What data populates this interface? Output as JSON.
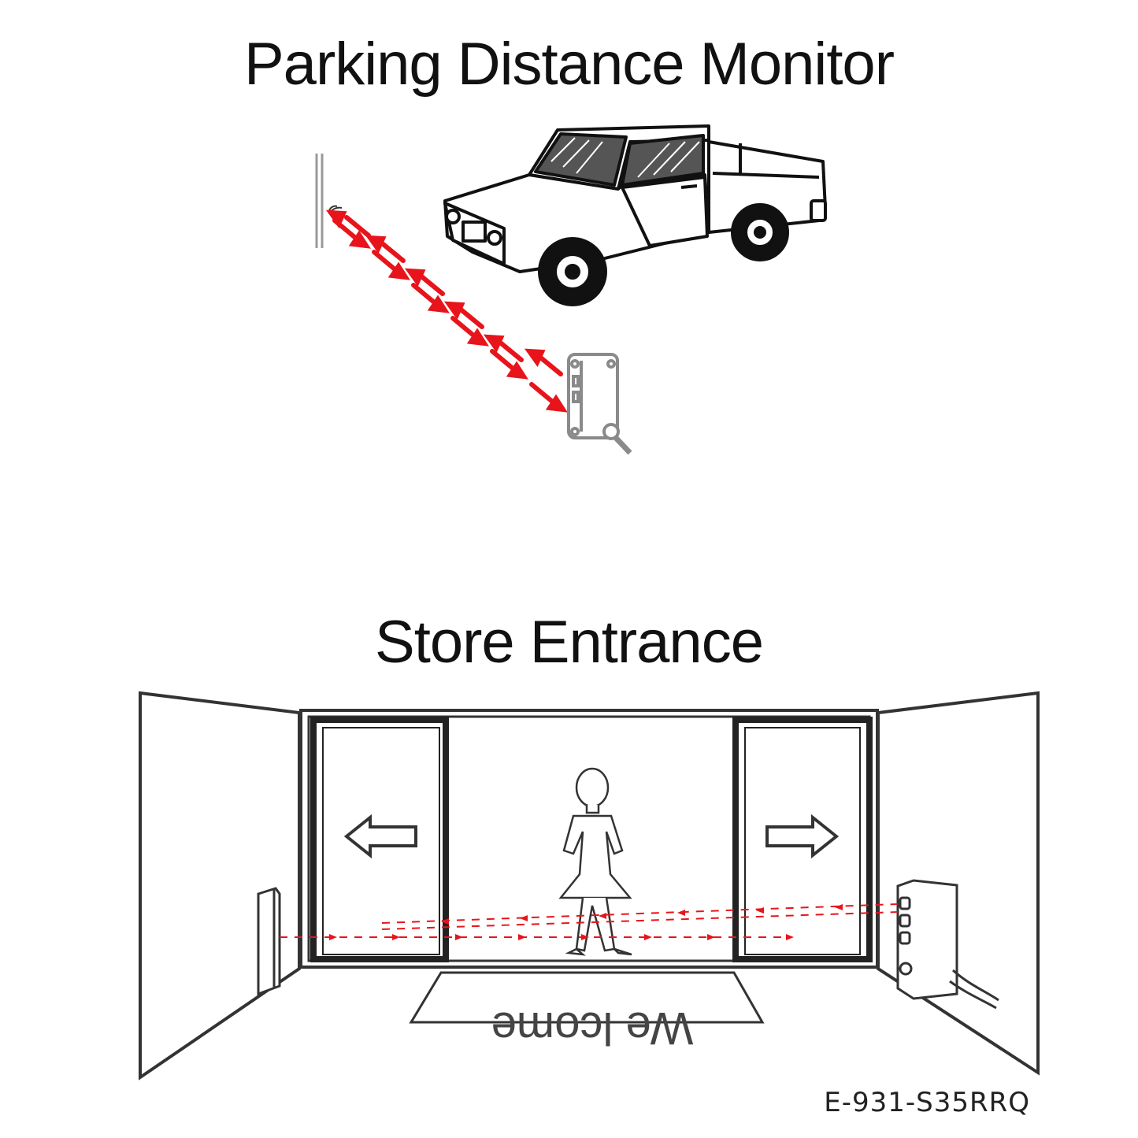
{
  "parking": {
    "title": "Parking Distance Monitor"
  },
  "store": {
    "title": "Store Entrance",
    "mat_text": "We lcome"
  },
  "model_code": "E-931-S35RRQ",
  "colors": {
    "beam": "#e8141b",
    "line": "#222222",
    "sensor": "#8a8a8a"
  },
  "icons": [
    "sensor-icon",
    "reflector-icon",
    "truck-icon",
    "person-icon",
    "left-arrow-icon",
    "right-arrow-icon"
  ]
}
